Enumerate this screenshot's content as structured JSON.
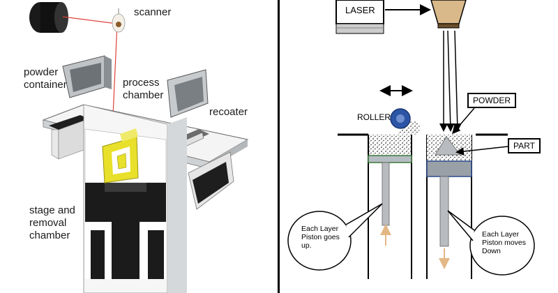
{
  "left_diagram": {
    "labels": {
      "scanner": "scanner",
      "powder_container": "powder\ncontainer",
      "process_chamber": "process\nchamber",
      "recoater": "recoater",
      "stage_and_removal": "stage and\nremoval\nchamber"
    },
    "colors": {
      "part": "#e8e02a",
      "laser_beam": "#e0403a",
      "body": "#f2f2f2",
      "dark": "#1a1a1a"
    }
  },
  "right_diagram": {
    "labels": {
      "laser": "LASER",
      "powder": "POWDER",
      "part": "PART",
      "roller": "ROLLER",
      "left_note": "Each Layer\nPiston goes\nup.",
      "right_note": "Each Layer\nPiston moves\nDown"
    },
    "colors": {
      "roller": "#2d55a6",
      "arrow_up_down": "#e2b785",
      "nozzle": "#d9b98a",
      "piston": "#9aa0a8"
    }
  }
}
